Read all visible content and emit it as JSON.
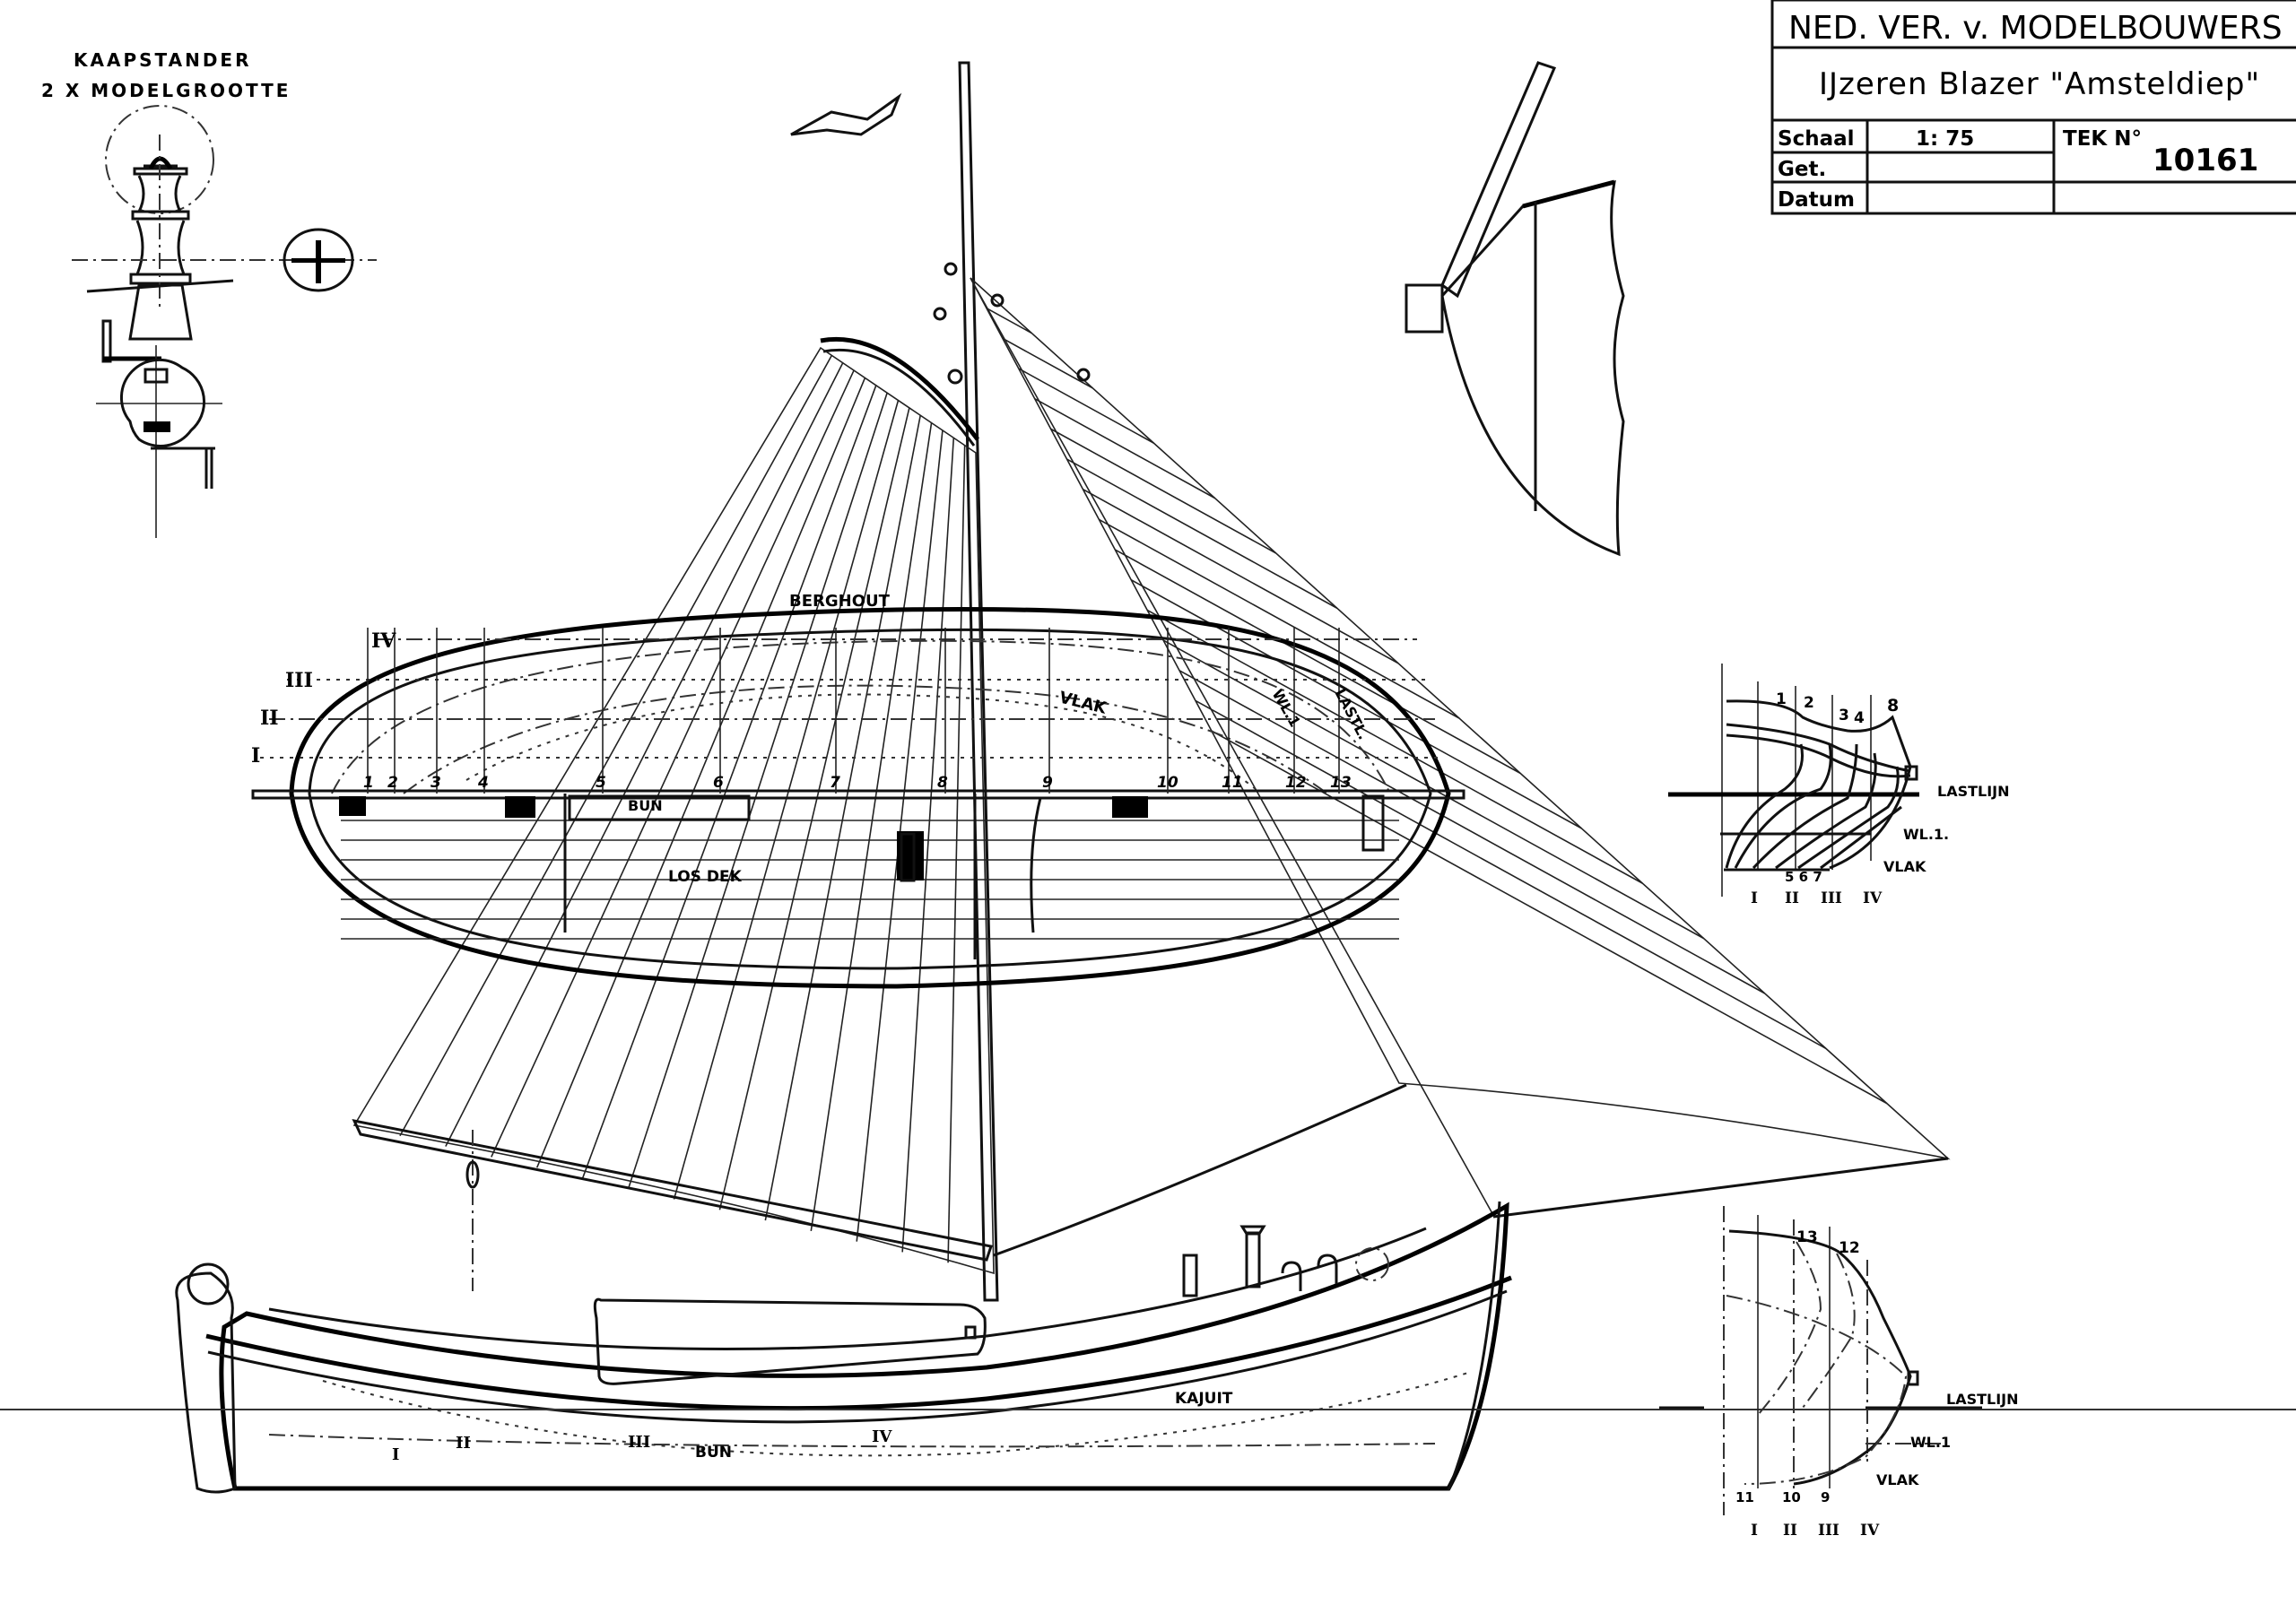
{
  "title_block": {
    "organization": "NED. VER. v. MODELBOUWERS",
    "ship_name": "IJzeren Blazer \"Amsteldiep\"",
    "scale_label": "Schaal",
    "scale_value": "1: 75",
    "drawn_label": "Get.",
    "date_label": "Datum",
    "drawing_no_label": "TEK N°",
    "drawing_no": "10161"
  },
  "capstan_detail": {
    "title": "KAAPSTANDER",
    "subtitle": "2 X MODELGROOTTE"
  },
  "deck_plan": {
    "berghout": "BERGHOUT",
    "vlak": "VLAK",
    "wl1": "WL.1",
    "lastlijn": "LASTL.",
    "bun": "BUN",
    "los_dek": "LOS DEK",
    "buttocks": [
      "I",
      "II",
      "III",
      "IV"
    ],
    "stations": [
      "1",
      "2",
      "3",
      "4",
      "5",
      "6",
      "7",
      "8",
      "9",
      "10",
      "11",
      "12",
      "13"
    ]
  },
  "side_view": {
    "kajuit": "KAJUIT",
    "bun": "BUN",
    "buttocks": [
      "I",
      "II",
      "III",
      "IV"
    ]
  },
  "body_plan_aft": {
    "stations_top": [
      "1",
      "2",
      "3",
      "4",
      "8"
    ],
    "stations_bottom": "5 6 7",
    "lastlijn": "LASTLIJN",
    "wl1": "WL.1.",
    "vlak": "VLAK",
    "buttocks": [
      "I",
      "II",
      "III",
      "IV"
    ]
  },
  "body_plan_fore": {
    "stations_top": [
      "13",
      "12"
    ],
    "stations_bottom": [
      "11",
      "10",
      "9"
    ],
    "lastlijn": "LASTLIJN",
    "wl1": "WL.1",
    "vlak": "VLAK",
    "buttocks": [
      "I",
      "II",
      "III",
      "IV"
    ]
  }
}
